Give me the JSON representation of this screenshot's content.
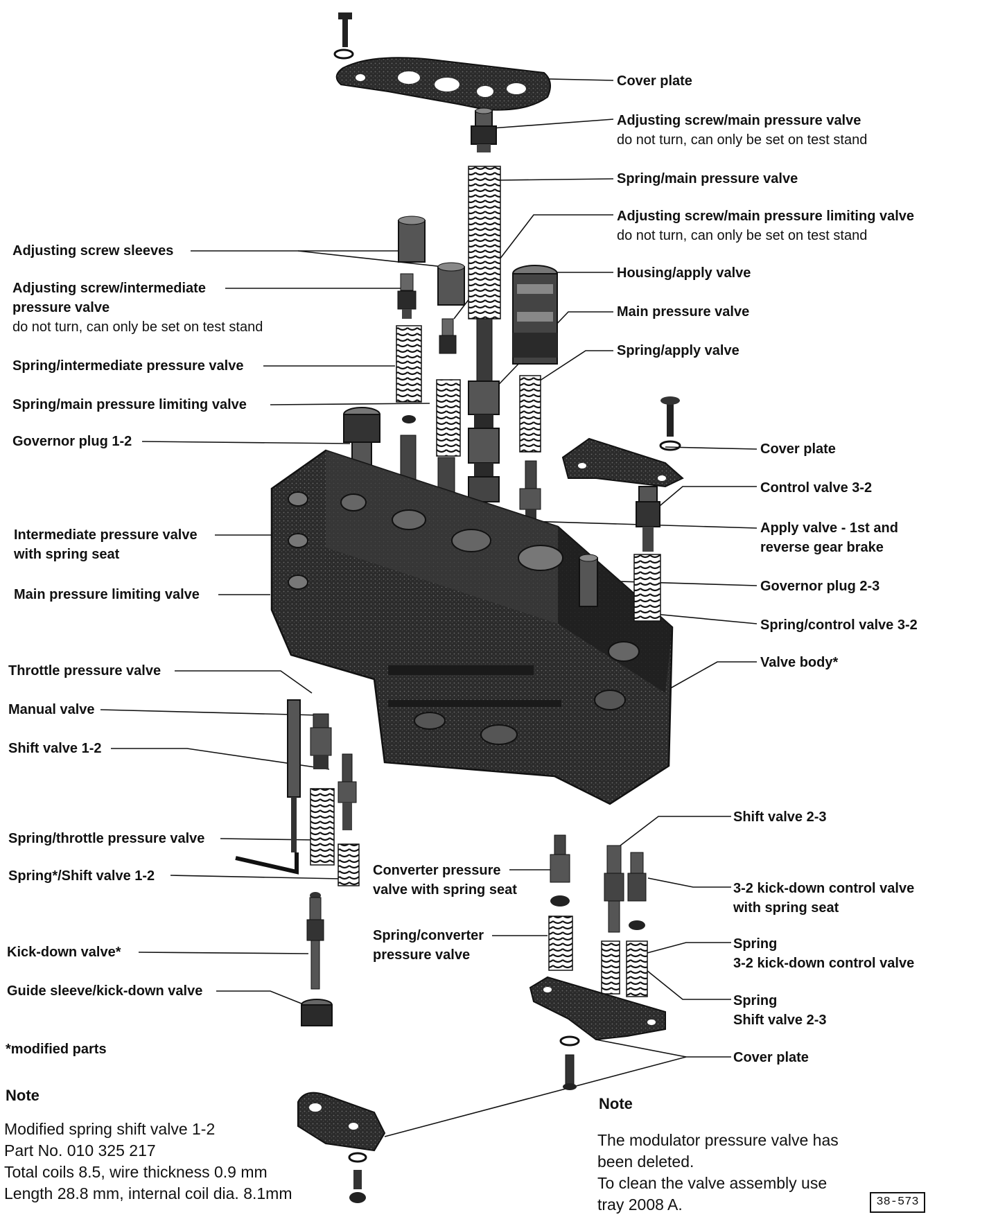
{
  "labels_left": [
    {
      "id": "adjusting-screw-sleeves",
      "lines": [
        "Adjusting screw sleeves"
      ]
    },
    {
      "id": "adjusting-screw-intermediate",
      "lines": [
        "Adjusting screw/intermediate",
        "pressure valve"
      ],
      "sub": "do not turn, can only be set on test stand"
    },
    {
      "id": "spring-intermediate",
      "lines": [
        "Spring/intermediate pressure valve"
      ]
    },
    {
      "id": "spring-main-limiting",
      "lines": [
        "Spring/main pressure limiting valve"
      ]
    },
    {
      "id": "governor-plug-1-2",
      "lines": [
        "Governor plug 1-2"
      ]
    },
    {
      "id": "intermediate-pressure-valve",
      "lines": [
        "Intermediate pressure valve",
        "with spring seat"
      ]
    },
    {
      "id": "main-pressure-limiting-valve",
      "lines": [
        "Main pressure limiting valve"
      ]
    },
    {
      "id": "throttle-pressure-valve",
      "lines": [
        "Throttle pressure valve"
      ]
    },
    {
      "id": "manual-valve",
      "lines": [
        "Manual valve"
      ]
    },
    {
      "id": "shift-valve-1-2",
      "lines": [
        "Shift valve 1-2"
      ]
    },
    {
      "id": "spring-throttle",
      "lines": [
        "Spring/throttle pressure valve"
      ]
    },
    {
      "id": "spring-shift-1-2",
      "lines": [
        "Spring*/Shift valve 1-2"
      ]
    },
    {
      "id": "kick-down-valve",
      "lines": [
        "Kick-down valve*"
      ]
    },
    {
      "id": "guide-sleeve",
      "lines": [
        "Guide sleeve/kick-down valve"
      ]
    },
    {
      "id": "modified-parts",
      "lines": [
        "*modified parts"
      ]
    }
  ],
  "labels_right": [
    {
      "id": "cover-plate-top",
      "lines": [
        "Cover plate"
      ]
    },
    {
      "id": "adjusting-screw-main",
      "lines": [
        "Adjusting screw/main pressure valve"
      ],
      "sub": "do not turn, can only be set on test stand"
    },
    {
      "id": "spring-main",
      "lines": [
        "Spring/main pressure valve"
      ]
    },
    {
      "id": "adjusting-screw-main-limiting",
      "lines": [
        "Adjusting screw/main pressure limiting valve"
      ],
      "sub": "do not turn, can only be set on test stand"
    },
    {
      "id": "housing-apply",
      "lines": [
        "Housing/apply valve"
      ]
    },
    {
      "id": "main-pressure-valve",
      "lines": [
        "Main pressure valve"
      ]
    },
    {
      "id": "spring-apply",
      "lines": [
        "Spring/apply valve"
      ]
    },
    {
      "id": "cover-plate-mid",
      "lines": [
        "Cover plate"
      ]
    },
    {
      "id": "control-valve-3-2",
      "lines": [
        "Control valve 3-2"
      ]
    },
    {
      "id": "apply-valve",
      "lines": [
        "Apply valve - 1st and",
        "reverse gear brake"
      ]
    },
    {
      "id": "governor-plug-2-3",
      "lines": [
        "Governor plug 2-3"
      ]
    },
    {
      "id": "spring-control-3-2",
      "lines": [
        "Spring/control valve 3-2"
      ]
    },
    {
      "id": "valve-body",
      "lines": [
        "Valve body*"
      ]
    },
    {
      "id": "shift-valve-2-3",
      "lines": [
        "Shift valve 2-3"
      ]
    },
    {
      "id": "kickdown-control-3-2",
      "lines": [
        "3-2 kick-down control valve",
        "with spring seat"
      ]
    },
    {
      "id": "spring-kickdown",
      "lines": [
        "Spring",
        "3-2 kick-down control valve"
      ]
    },
    {
      "id": "spring-shift-2-3",
      "lines": [
        "Spring",
        "Shift valve 2-3"
      ]
    },
    {
      "id": "cover-plate-bottom",
      "lines": [
        "Cover plate"
      ]
    }
  ],
  "labels_center": [
    {
      "id": "converter-pressure-valve",
      "lines": [
        "Converter pressure",
        "valve with spring seat"
      ]
    },
    {
      "id": "spring-converter",
      "lines": [
        "Spring/converter",
        "pressure valve"
      ]
    }
  ],
  "note_left": {
    "title": "Note",
    "lines": [
      "Modified spring shift valve 1-2",
      "Part No. 010 325 217",
      "Total coils 8.5, wire thickness 0.9 mm",
      "Length 28.8 mm, internal coil dia. 8.1mm"
    ]
  },
  "note_right": {
    "title": "Note",
    "lines": [
      "The modulator pressure valve has",
      "been deleted.",
      "To clean the valve assembly use",
      "tray 2008 A."
    ]
  },
  "figure_ref": "38-573",
  "colors": {
    "ink": "#111111",
    "part_fill": "#2a2a2a",
    "part_mid": "#555555",
    "part_light": "#8a8a8a",
    "paper": "#ffffff"
  }
}
